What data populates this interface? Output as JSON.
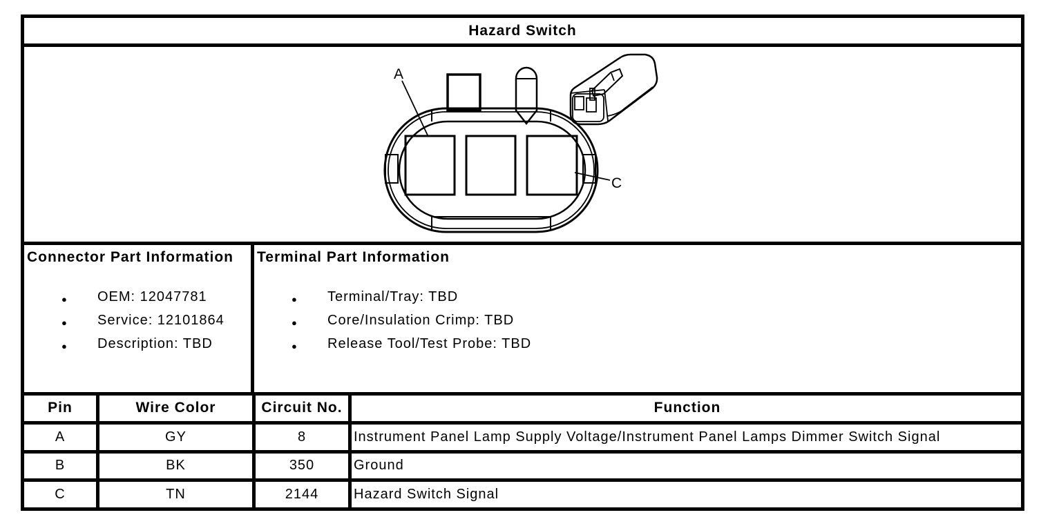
{
  "title": "Hazard Switch",
  "diagram": {
    "pin_a_label": "A",
    "pin_c_label": "C"
  },
  "connector_info": {
    "header": "Connector Part Information",
    "items": [
      "OEM: 12047781",
      "Service: 12101864",
      "Description: TBD"
    ]
  },
  "terminal_info": {
    "header": "Terminal Part Information",
    "items": [
      "Terminal/Tray: TBD",
      "Core/Insulation Crimp: TBD",
      "Release Tool/Test Probe: TBD"
    ]
  },
  "pin_table": {
    "headers": [
      "Pin",
      "Wire Color",
      "Circuit No.",
      "Function"
    ],
    "rows": [
      {
        "pin": "A",
        "wire_color": "GY",
        "circuit_no": "8",
        "function": "Instrument Panel Lamp Supply Voltage/Instrument Panel Lamps Dimmer Switch Signal"
      },
      {
        "pin": "B",
        "wire_color": "BK",
        "circuit_no": "350",
        "function": "Ground"
      },
      {
        "pin": "C",
        "wire_color": "TN",
        "circuit_no": "2144",
        "function": "Hazard Switch Signal"
      }
    ]
  },
  "colors": {
    "line": "#000000",
    "background": "#ffffff"
  }
}
